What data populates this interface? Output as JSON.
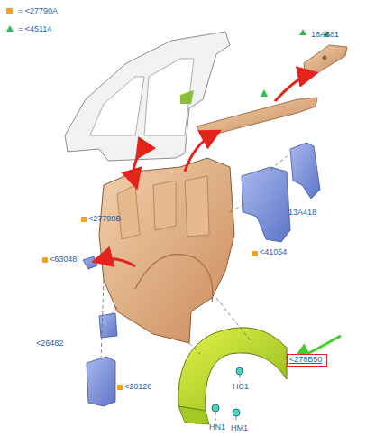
{
  "diagram": {
    "nodes": [
      {
        "text": [
          "<278B50"
        ]
      }
    ],
    "labels": [
      "16A681",
      "<27790B",
      "13A418",
      "<41054",
      "<63048",
      "<26482",
      "<28128",
      "HN1",
      "HC1",
      "HM1"
    ],
    "legend": [
      {
        "text": "= <27790A",
        "color": "#f5a21b"
      },
      {
        "text": "= <45114"
      }
    ]
  }
}
